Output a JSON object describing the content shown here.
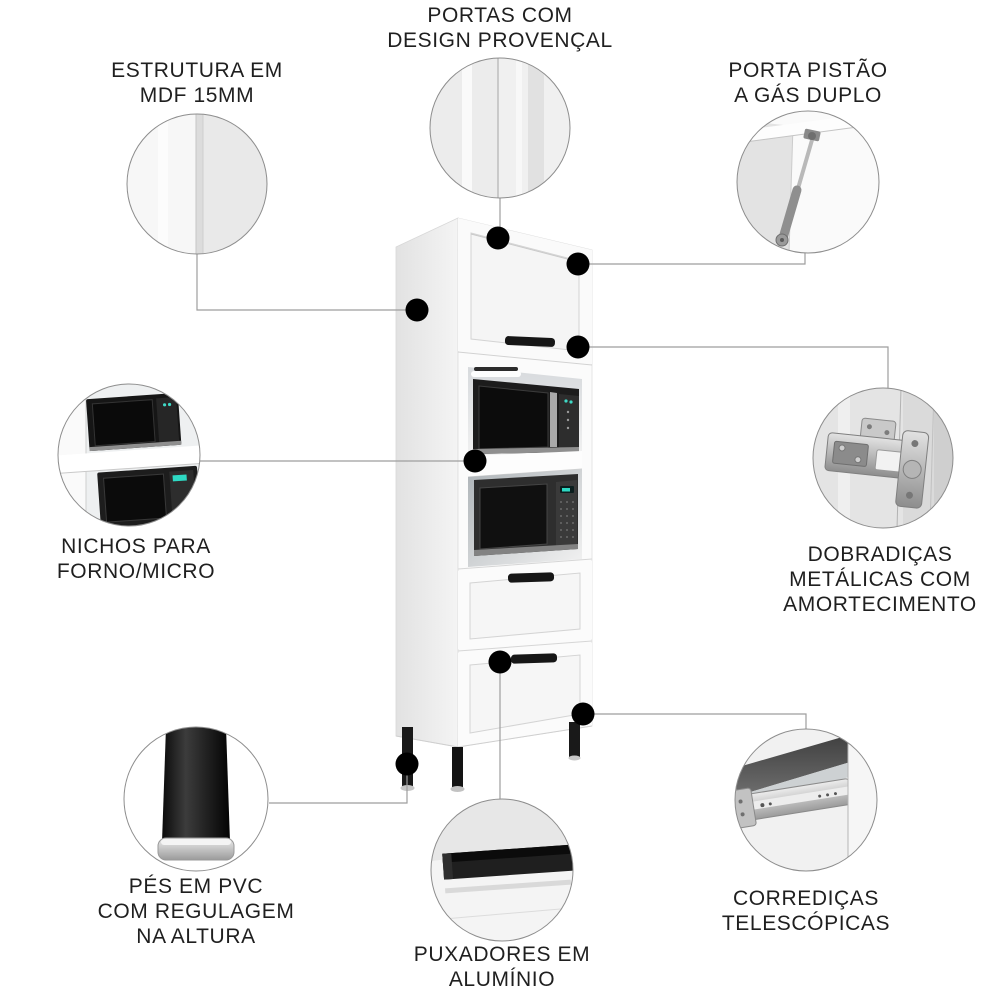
{
  "infographic": {
    "background_color": "#ffffff",
    "text_color": "#1f1f1f",
    "line_color": "#9e9e9e",
    "dot_color": "#000000",
    "features": [
      {
        "id": "portas",
        "label": "PORTAS COM\nDESIGN PROVENÇAL",
        "image": "door-front-detail"
      },
      {
        "id": "estrutura",
        "label": "ESTRUTURA EM\nMDF 15MM",
        "image": "mdf-panel-detail"
      },
      {
        "id": "pistao",
        "label": "PORTA PISTÃO\nA GÁS DUPLO",
        "image": "gas-piston-detail"
      },
      {
        "id": "nichos",
        "label": "NICHOS PARA\nFORNO/MICRO",
        "image": "oven-microwave-niche-detail"
      },
      {
        "id": "dobradicas",
        "label": "DOBRADIÇAS\nMETÁLICAS COM\nAMORTECIMENTO",
        "image": "metal-hinge-detail"
      },
      {
        "id": "pes",
        "label": "PÉS EM PVC\nCOM REGULAGEM\nNA ALTURA",
        "image": "pvc-foot-detail"
      },
      {
        "id": "puxadores",
        "label": "PUXADORES EM\nALUMÍNIO",
        "image": "aluminum-handle-detail"
      },
      {
        "id": "corredicas",
        "label": "CORREDIÇAS\nTELESCÓPICAS",
        "image": "telescopic-slide-detail"
      }
    ]
  }
}
